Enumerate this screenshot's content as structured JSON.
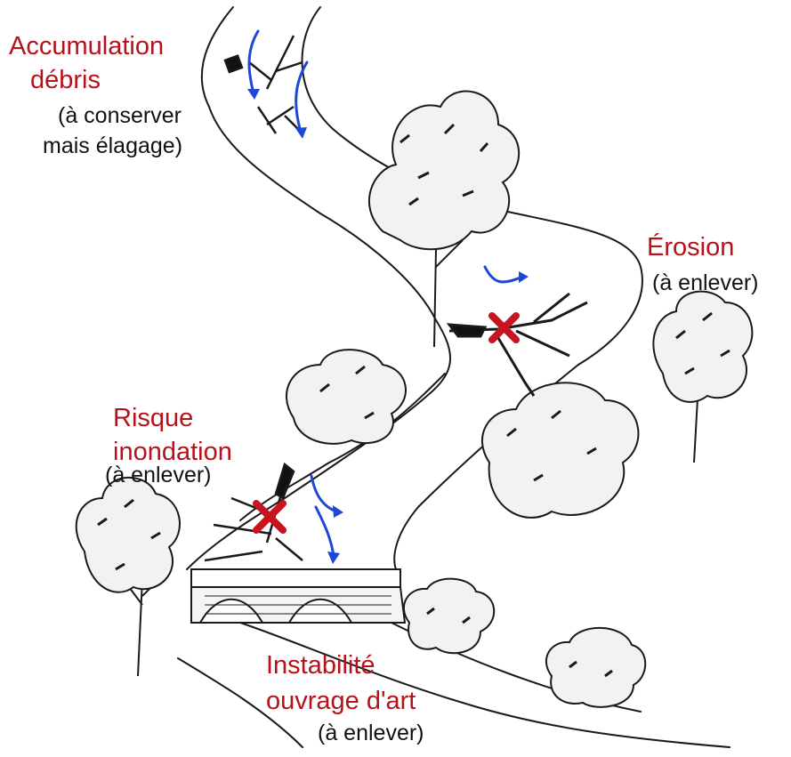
{
  "colors": {
    "label_red": "#b5121b",
    "label_black": "#111111",
    "arrow_blue": "#1f47d6",
    "cross_red": "#c8141e",
    "ink": "#1a1a1a"
  },
  "labels": {
    "debris": {
      "title_line1": "Accumulation",
      "title_line2": "débris",
      "note_line1": "(à conserver",
      "note_line2": "mais élagage)"
    },
    "erosion": {
      "title": "Érosion",
      "note": "(à enlever)"
    },
    "flood": {
      "title_line1": "Risque",
      "title_line2": "inondation",
      "note": "(à enlever)"
    },
    "bridge": {
      "title_line1": "Instabilité",
      "title_line2": "ouvrage d'art",
      "note": "(à enlever)"
    }
  },
  "icons": [
    "cross-mark-icon",
    "flow-arrow-icon",
    "tree-icon",
    "bridge-icon"
  ]
}
